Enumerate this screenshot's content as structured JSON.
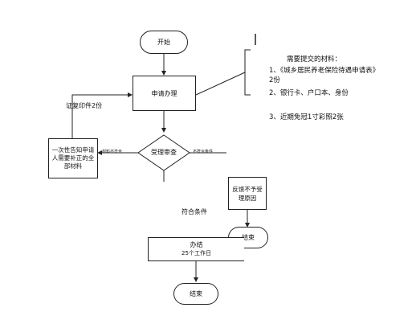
{
  "nodes": {
    "start": "开始",
    "apply": "申请办理",
    "review": "受理审查",
    "notify": "一次性告知申请人需要补正的全部材料",
    "reject": "反馈不予受理原因",
    "approve_title": "办结",
    "approve_days": "25个工作日",
    "end_reject": "结束",
    "end_main": "结束"
  },
  "edges": {
    "resubmit": "证复印件2份",
    "incomplete": "材料不齐全",
    "not_met": "不符合条件",
    "met": "符合条件"
  },
  "materials": {
    "title": "需要提交的材料：",
    "items": [
      "1、《城乡居民养老保险待遇申请表》2份",
      "2、银行卡、户口本、身份",
      "3、近期免冠1寸彩照2张"
    ]
  },
  "colors": {
    "stroke": "#222222",
    "background": "#ffffff"
  }
}
